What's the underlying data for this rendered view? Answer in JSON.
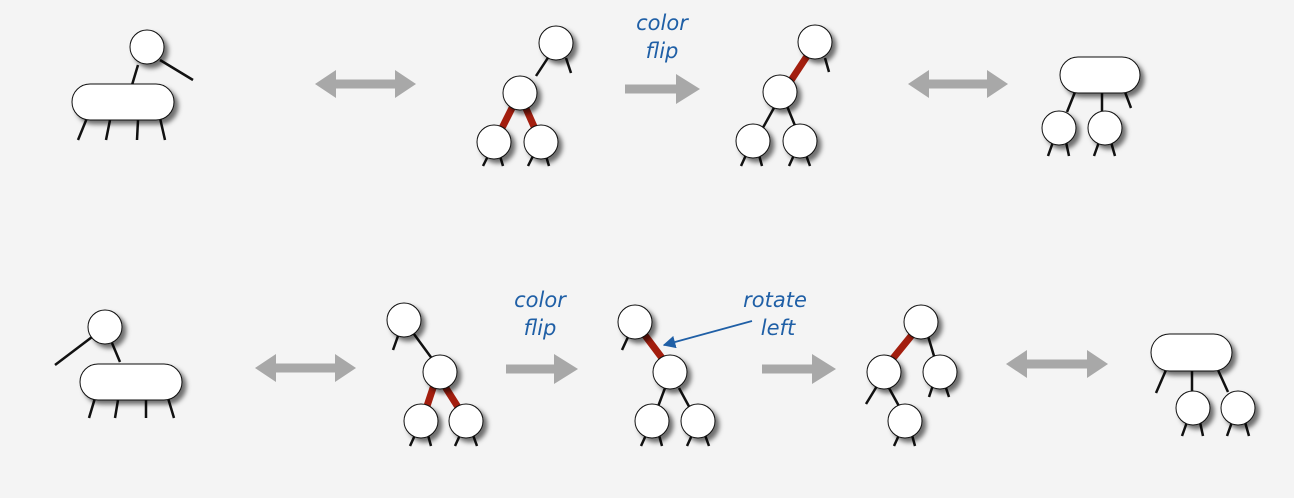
{
  "labels": {
    "color_flip_1_line1": "color",
    "color_flip_1_line2": "flip",
    "color_flip_2_line1": "color",
    "color_flip_2_line2": "flip",
    "rotate_left_line1": "rotate",
    "rotate_left_line2": "left"
  },
  "colors": {
    "background": "#f4f4f4",
    "node_fill": "#ffffff",
    "node_stroke": "#111111",
    "link": "#111111",
    "red_link": "#a31e0e",
    "gray_arrow": "#a8a8a8",
    "label_blue": "#1f5fa6"
  }
}
